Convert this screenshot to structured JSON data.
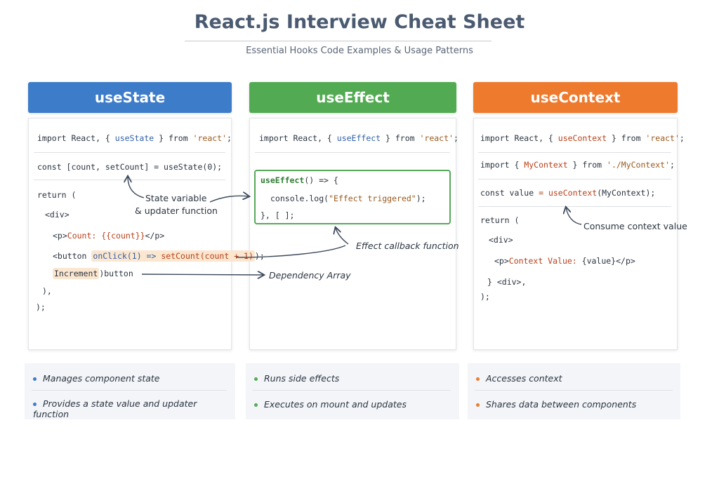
{
  "title": "React.js Interview Cheat Sheet",
  "subtitle": "Essential Hooks Code Examples & Usage Patterns",
  "colors": {
    "useState": "#3d7cc9",
    "useEffect": "#52ab52",
    "useContext": "#ee7a2e"
  },
  "columns": {
    "useState": {
      "header": "useState",
      "code": {
        "import_pre": "import React, { ",
        "import_hook": "useState",
        "import_post": " } from ",
        "import_str": "'react'",
        "import_end": ";",
        "decl": "const [count, setCount] = useState(0);",
        "ret": "return (",
        "div_open": "<div>",
        "p_open": "<p>",
        "p_text": "Count: {{count}}",
        "p_close": "</p>",
        "btn_pre": "<button ",
        "btn_onclick": "onClick(1) => ",
        "btn_fn": "setCount(count + 1)",
        "btn_end": ");",
        "incr": "Increment",
        "incr_post": ")button",
        "close_paren": "),",
        "close_semi": ");"
      },
      "annotation_line1": "State variable",
      "annotation_line2": "& updater function",
      "summary": [
        "Manages component state",
        "Provides a state value and updater function"
      ]
    },
    "useEffect": {
      "header": "useEffect",
      "code": {
        "import_pre": "import React, { ",
        "import_hook": "useEffect",
        "import_post": " } from ",
        "import_str": "'react'",
        "import_end": ";",
        "eff_hook": "useEffect",
        "eff_rest": "() => {",
        "log_pre": "console.log(",
        "log_str": "\"Effect triggered\"",
        "log_end": ");",
        "deps": "}, [ ];"
      },
      "annotation_callback": "Effect callback function",
      "annotation_deps": "Dependency Array",
      "summary": [
        "Runs side effects",
        "Executes on mount and updates"
      ]
    },
    "useContext": {
      "header": "useContext",
      "code": {
        "import_pre": "import React, { ",
        "import_hook": "useContext",
        "import_post": " } from ",
        "import_str": "'react'",
        "import_end": ";",
        "import2_pre": "import { ",
        "import2_name": "MyContext",
        "import2_post": " } from ",
        "import2_str": "'./MyContext'",
        "import2_end": ";",
        "val_pre": "const value ",
        "val_eq": "= ",
        "val_hook": "useContext",
        "val_post": "(MyContext);",
        "ret": "return (",
        "div_open": "<div>",
        "p_open": "<p>",
        "p_text": "Context Value: ",
        "p_val": "{value}",
        "p_close": "</p>",
        "div_close": "} <div>,",
        "close_semi": ");"
      },
      "annotation": "Consume context value",
      "summary": [
        "Accesses context",
        "Shares data between components"
      ]
    }
  }
}
